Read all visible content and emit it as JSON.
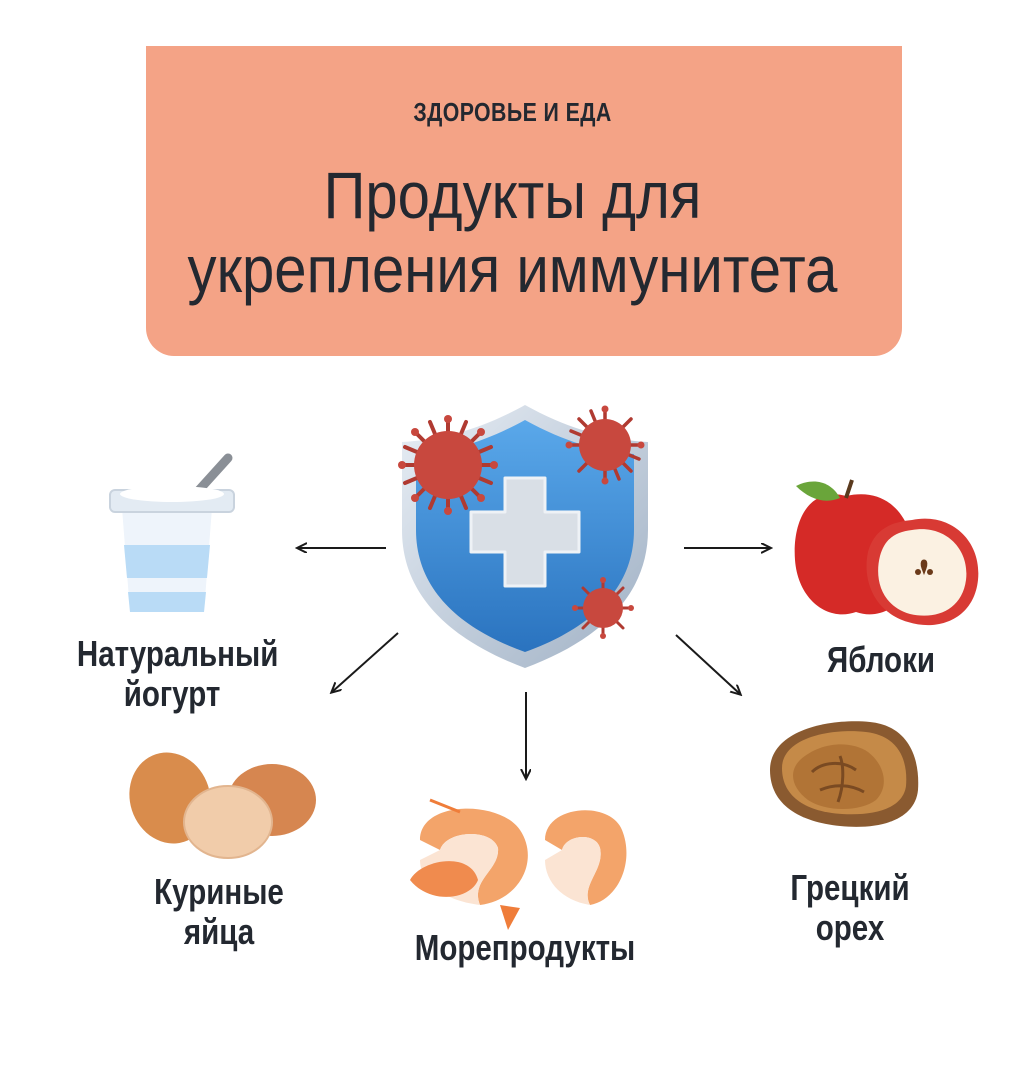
{
  "header": {
    "kicker": "ЗДОРОВЬЕ И ЕДА",
    "title_line1": "Продукты для",
    "title_line2": "укрепления иммунитета"
  },
  "items": {
    "yogurt": {
      "line1": "Натуральный",
      "line2": "йогурт",
      "icon": "yogurt-cup-icon"
    },
    "eggs": {
      "line1": "Куриные",
      "line2": "яйца",
      "icon": "eggs-icon"
    },
    "seafood": {
      "line1": "Морепродукты",
      "icon": "shrimp-icon"
    },
    "walnut": {
      "line1": "Грецкий",
      "line2": "орех",
      "icon": "walnut-icon"
    },
    "apples": {
      "line1": "Яблоки",
      "icon": "apple-icon"
    }
  },
  "center_icon": "immunity-shield-icon",
  "colors": {
    "header_bg": "#f4a386",
    "text": "#232830",
    "shield_blue": "#3a8fd6",
    "virus_red": "#c8483e"
  }
}
